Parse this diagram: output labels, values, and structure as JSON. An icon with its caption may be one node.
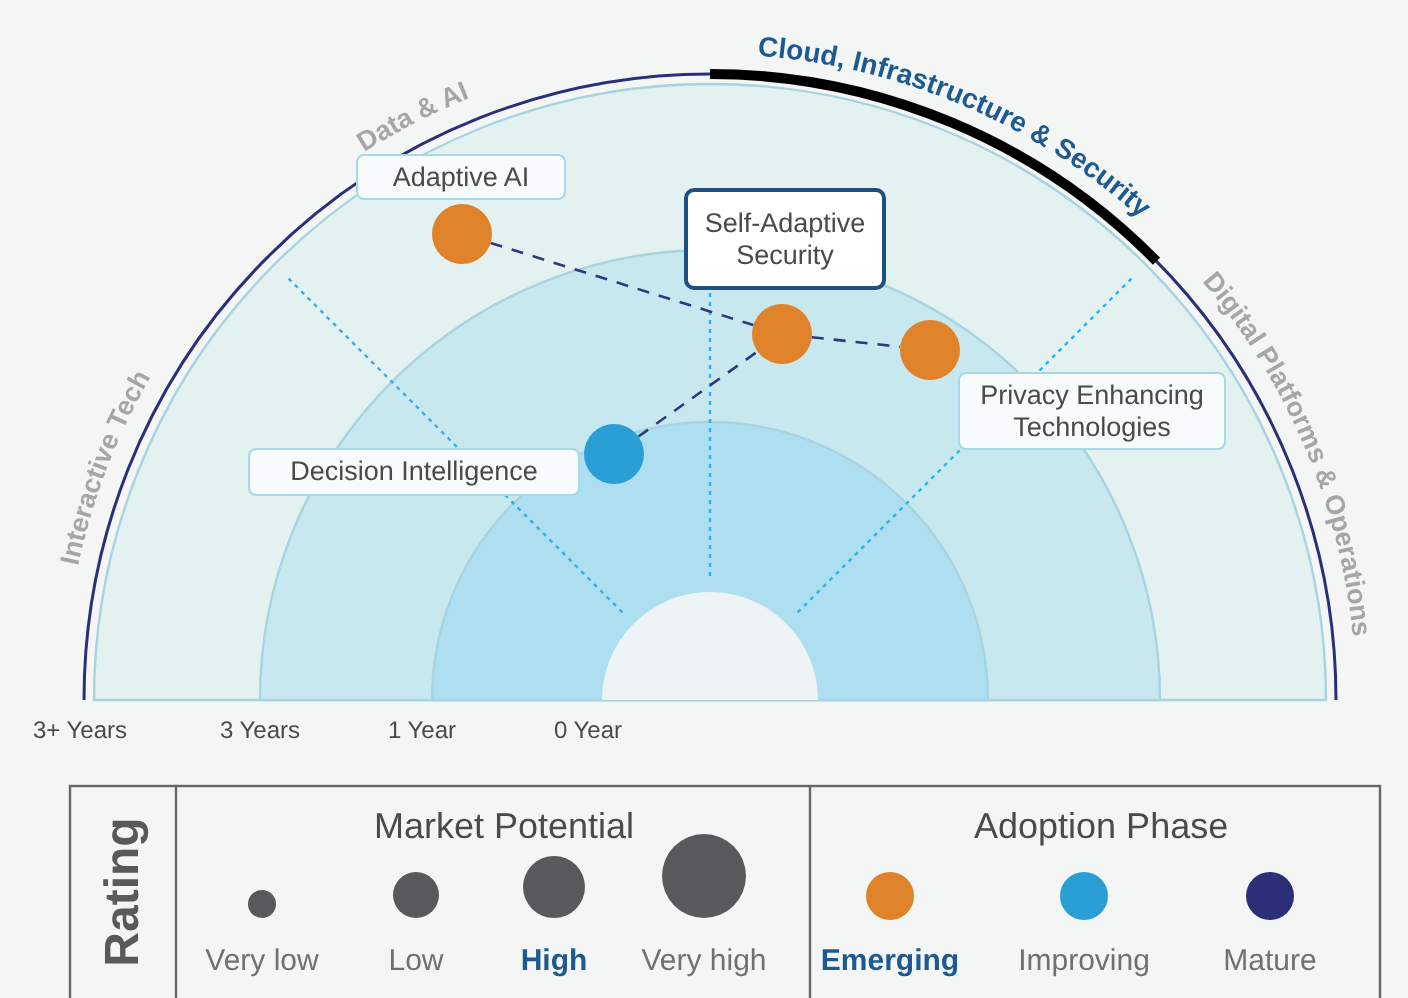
{
  "diagram": {
    "nodes": [
      {
        "text": [
          "Adaptive AI"
        ]
      },
      {
        "text": [],
        "shape": "circle"
      },
      {
        "text": [
          "Self-Adaptive Security"
        ]
      },
      {
        "text": [],
        "shape": "circle"
      },
      {
        "text": [],
        "shape": "circle"
      },
      {
        "text": [
          "Privacy Enhancing Technologies"
        ]
      },
      {
        "text": [],
        "shape": "circle"
      },
      {
        "text": [
          "Decision Intelligence"
        ]
      },
      {
        "text": [],
        "shape": "circle"
      }
    ],
    "edges": [
      {
        "from": 1,
        "to": 3,
        "arrow": "none",
        "style": "dashed"
      },
      {
        "from": 6,
        "to": 3,
        "arrow": "none",
        "style": "dashed"
      },
      {
        "from": 3,
        "to": 4,
        "arrow": "none",
        "style": "dashed"
      }
    ],
    "labels": [
      "Data & AI",
      "Cloud, Infrastructure & Security",
      "Digital Platforms & Operations",
      "Interactive Tech",
      "3+ Years",
      "3 Years",
      "1 Year",
      "0 Year",
      "Rating",
      "Market Potential",
      "Adoption Phase"
    ],
    "legend": [
      {
        "text": "Very low"
      },
      {
        "text": "Low"
      },
      {
        "text": "High"
      },
      {
        "text": "Very high"
      },
      {
        "text": "Emerging",
        "color": "#e0822a"
      },
      {
        "text": "Improving",
        "color": "#2a9fd6"
      },
      {
        "text": "Mature",
        "color": "#2b2f7a"
      }
    ]
  }
}
